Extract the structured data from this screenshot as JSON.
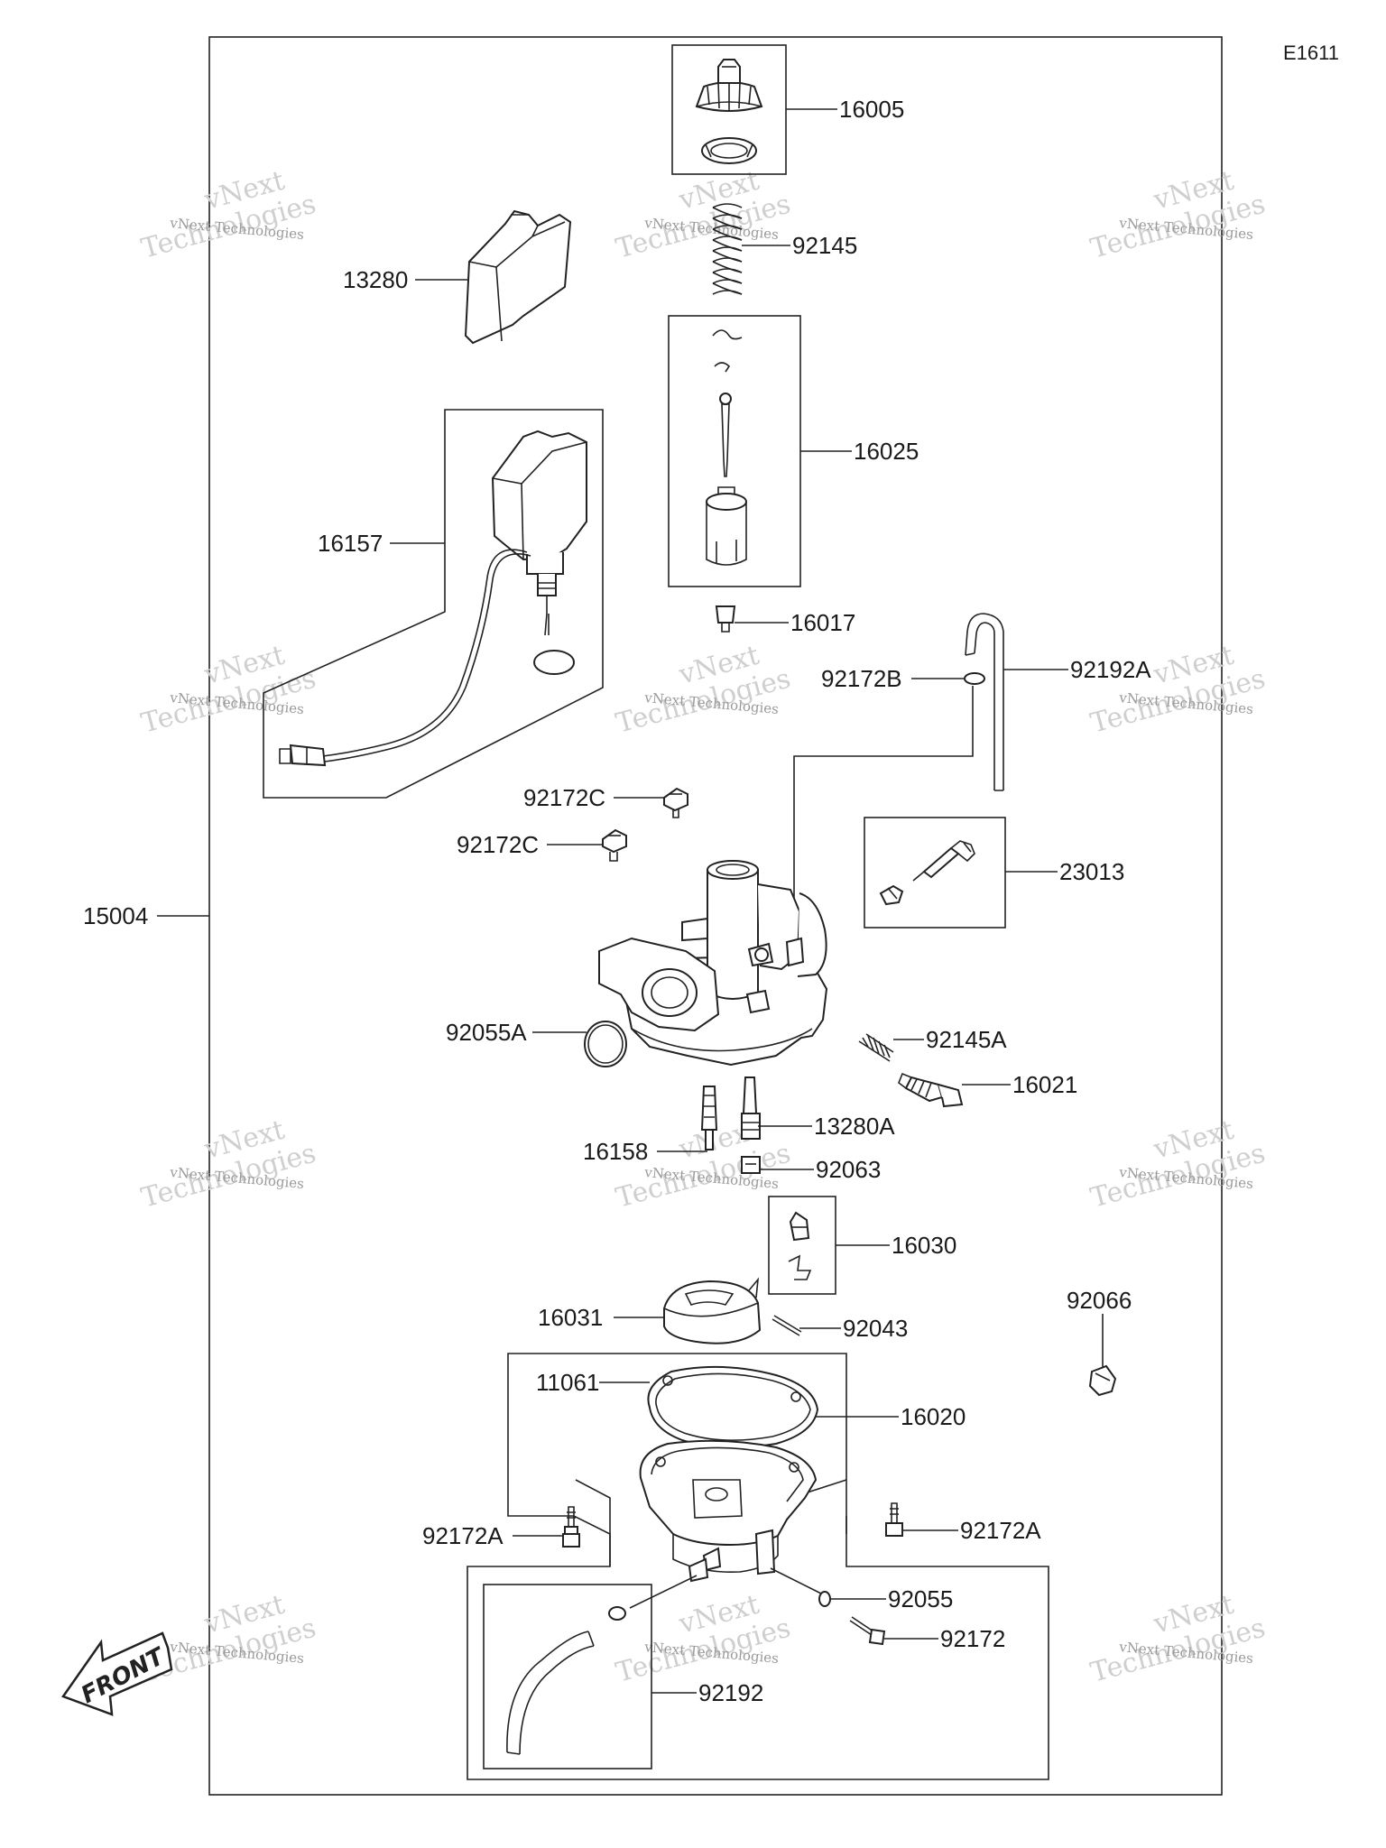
{
  "diagram_code": "E1611",
  "parts": {
    "p16005": "16005",
    "p92145": "92145",
    "p13280": "13280",
    "p16025": "16025",
    "p16157": "16157",
    "p16017": "16017",
    "p92172B": "92172B",
    "p92192A": "92192A",
    "p92172C_1": "92172C",
    "p92172C_2": "92172C",
    "p23013": "23013",
    "p15004": "15004",
    "p92055A": "92055A",
    "p92145A": "92145A",
    "p16021": "16021",
    "p13280A": "13280A",
    "p16158": "16158",
    "p92063": "92063",
    "p16030": "16030",
    "p92066": "92066",
    "p16031": "16031",
    "p92043": "92043",
    "p11061": "11061",
    "p16020": "16020",
    "p92172A_L": "92172A",
    "p92172A_R": "92172A",
    "p92055": "92055",
    "p92172": "92172",
    "p92192": "92192"
  },
  "front_label": "FRONT",
  "watermark": {
    "line1": "vNext",
    "line2": "vNext Technologies",
    "line3": "Technologies"
  }
}
